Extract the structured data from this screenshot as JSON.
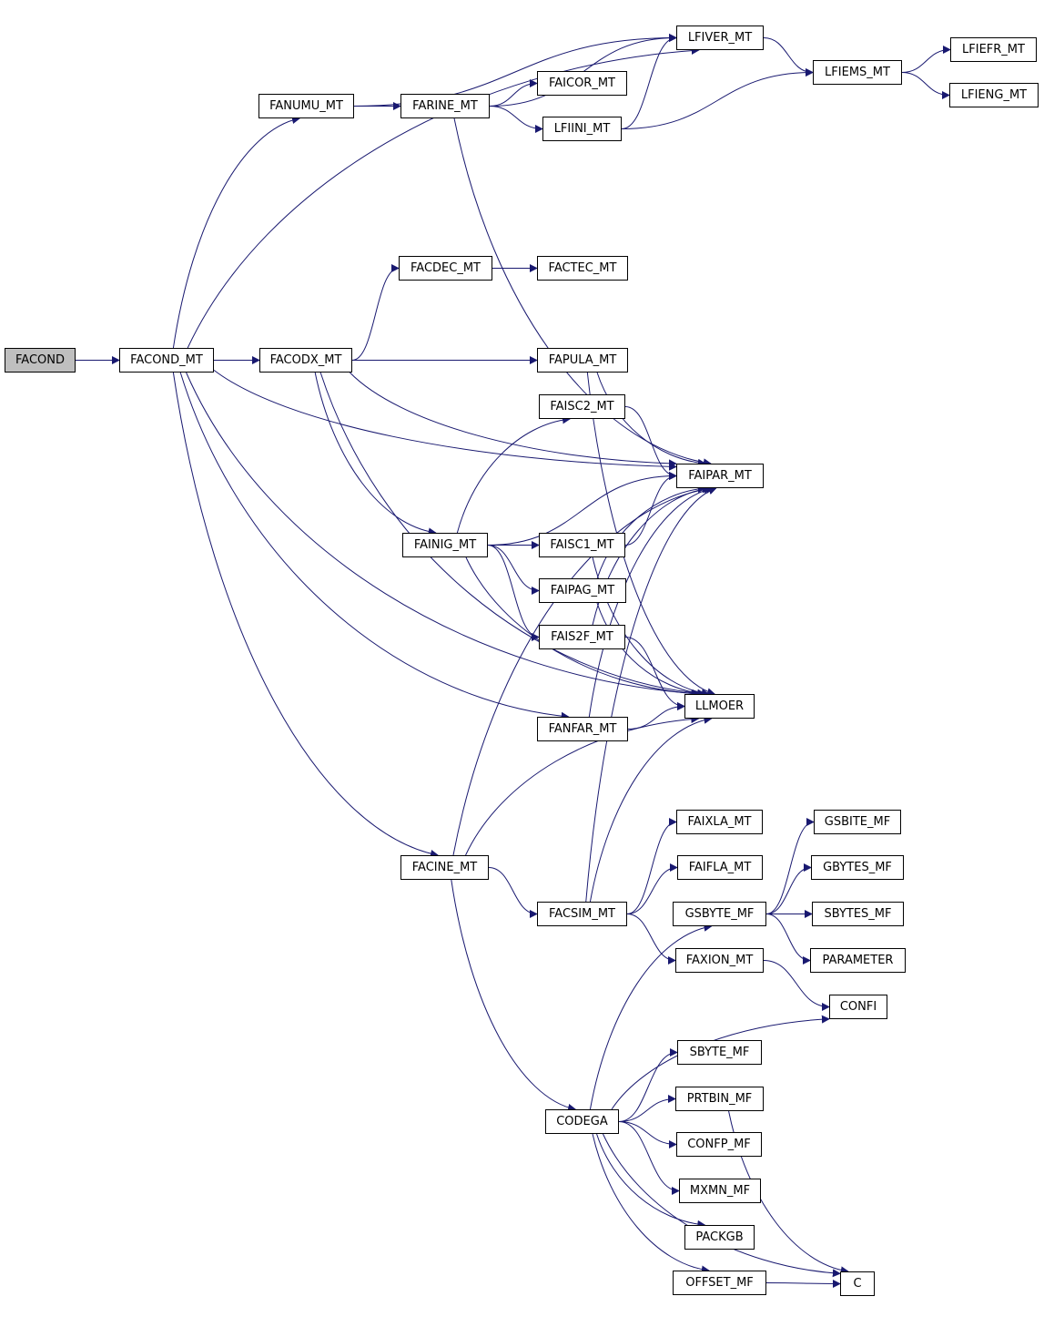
{
  "graph": {
    "colors": {
      "edge": "#191970",
      "node_border": "#000000",
      "root_fill": "#bfbfbf",
      "node_fill": "#ffffff"
    },
    "nodes": {
      "FACOND": "FACOND",
      "FACOND_MT": "FACOND_MT",
      "FANUMU_MT": "FANUMU_MT",
      "FARINE_MT": "FARINE_MT",
      "LFIVER_MT": "LFIVER_MT",
      "FAICOR_MT": "FAICOR_MT",
      "LFIINI_MT": "LFIINI_MT",
      "LFIEMS_MT": "LFIEMS_MT",
      "LFIEFR_MT": "LFIEFR_MT",
      "LFIENG_MT": "LFIENG_MT",
      "FACDEC_MT": "FACDEC_MT",
      "FACTEC_MT": "FACTEC_MT",
      "FACODX_MT": "FACODX_MT",
      "FAPULA_MT": "FAPULA_MT",
      "FAISC2_MT": "FAISC2_MT",
      "FAIPAR_MT": "FAIPAR_MT",
      "FAINIG_MT": "FAINIG_MT",
      "FAISC1_MT": "FAISC1_MT",
      "FAIPAG_MT": "FAIPAG_MT",
      "FAIS2F_MT": "FAIS2F_MT",
      "LLMOER": "LLMOER",
      "FANFAR_MT": "FANFAR_MT",
      "FAIXLA_MT": "FAIXLA_MT",
      "FAIFLA_MT": "FAIFLA_MT",
      "FACINE_MT": "FACINE_MT",
      "FACSIM_MT": "FACSIM_MT",
      "GSBYTE_MF": "GSBYTE_MF",
      "FAXION_MT": "FAXION_MT",
      "GSBITE_MF": "GSBITE_MF",
      "GBYTES_MF": "GBYTES_MF",
      "SBYTES_MF": "SBYTES_MF",
      "PARAMETER": "PARAMETER",
      "CONFI": "CONFI",
      "SBYTE_MF": "SBYTE_MF",
      "PRTBIN_MF": "PRTBIN_MF",
      "CODEGA": "CODEGA",
      "CONFP_MF": "CONFP_MF",
      "MXMN_MF": "MXMN_MF",
      "PACKGB": "PACKGB",
      "OFFSET_MF": "OFFSET_MF",
      "C": "C"
    },
    "edges": [
      [
        "FACOND",
        "FACOND_MT"
      ],
      [
        "FACOND_MT",
        "LFIVER_MT"
      ],
      [
        "FACOND_MT",
        "FANUMU_MT"
      ],
      [
        "FACOND_MT",
        "FAIPAR_MT"
      ],
      [
        "FACOND_MT",
        "FACODX_MT"
      ],
      [
        "FACOND_MT",
        "FANFAR_MT"
      ],
      [
        "FACOND_MT",
        "LLMOER"
      ],
      [
        "FACOND_MT",
        "FACINE_MT"
      ],
      [
        "FANUMU_MT",
        "LFIVER_MT"
      ],
      [
        "FANUMU_MT",
        "FARINE_MT"
      ],
      [
        "FARINE_MT",
        "LFIVER_MT"
      ],
      [
        "FARINE_MT",
        "FAICOR_MT"
      ],
      [
        "FARINE_MT",
        "LFIINI_MT"
      ],
      [
        "FARINE_MT",
        "FAIPAR_MT"
      ],
      [
        "LFIVER_MT",
        "LFIEMS_MT"
      ],
      [
        "LFIINI_MT",
        "LFIVER_MT"
      ],
      [
        "LFIINI_MT",
        "LFIEMS_MT"
      ],
      [
        "LFIEMS_MT",
        "LFIEFR_MT"
      ],
      [
        "LFIEMS_MT",
        "LFIENG_MT"
      ],
      [
        "FACODX_MT",
        "FACDEC_MT"
      ],
      [
        "FACDEC_MT",
        "FACTEC_MT"
      ],
      [
        "FACODX_MT",
        "FAIPAR_MT"
      ],
      [
        "FACODX_MT",
        "FAPULA_MT"
      ],
      [
        "FACODX_MT",
        "FAINIG_MT"
      ],
      [
        "FACODX_MT",
        "LLMOER"
      ],
      [
        "FAPULA_MT",
        "FAIPAR_MT"
      ],
      [
        "FAPULA_MT",
        "LLMOER"
      ],
      [
        "FAISC2_MT",
        "FAIPAR_MT"
      ],
      [
        "FAINIG_MT",
        "FAISC2_MT"
      ],
      [
        "FAINIG_MT",
        "FAIPAR_MT"
      ],
      [
        "FAINIG_MT",
        "FAISC1_MT"
      ],
      [
        "FAINIG_MT",
        "FAIPAG_MT"
      ],
      [
        "FAINIG_MT",
        "FAIS2F_MT"
      ],
      [
        "FAINIG_MT",
        "LLMOER"
      ],
      [
        "FAISC1_MT",
        "FAIPAR_MT"
      ],
      [
        "FAISC1_MT",
        "LLMOER"
      ],
      [
        "FAIPAG_MT",
        "FAIPAR_MT"
      ],
      [
        "FAIPAG_MT",
        "LLMOER"
      ],
      [
        "FAIS2F_MT",
        "FAIPAR_MT"
      ],
      [
        "FAIS2F_MT",
        "LLMOER"
      ],
      [
        "FANFAR_MT",
        "FAIPAR_MT"
      ],
      [
        "FANFAR_MT",
        "LLMOER"
      ],
      [
        "FACINE_MT",
        "FAIPAR_MT"
      ],
      [
        "FACINE_MT",
        "LLMOER"
      ],
      [
        "FACINE_MT",
        "FACSIM_MT"
      ],
      [
        "FACINE_MT",
        "CODEGA"
      ],
      [
        "FACSIM_MT",
        "FAIPAR_MT"
      ],
      [
        "FACSIM_MT",
        "LLMOER"
      ],
      [
        "FACSIM_MT",
        "FAIXLA_MT"
      ],
      [
        "FACSIM_MT",
        "FAIFLA_MT"
      ],
      [
        "FACSIM_MT",
        "FAXION_MT"
      ],
      [
        "GSBYTE_MF",
        "GSBITE_MF"
      ],
      [
        "GSBYTE_MF",
        "GBYTES_MF"
      ],
      [
        "GSBYTE_MF",
        "SBYTES_MF"
      ],
      [
        "GSBYTE_MF",
        "PARAMETER"
      ],
      [
        "FAXION_MT",
        "CONFI"
      ],
      [
        "CODEGA",
        "GSBYTE_MF"
      ],
      [
        "CODEGA",
        "CONFI"
      ],
      [
        "CODEGA",
        "SBYTE_MF"
      ],
      [
        "CODEGA",
        "PRTBIN_MF"
      ],
      [
        "CODEGA",
        "CONFP_MF"
      ],
      [
        "CODEGA",
        "MXMN_MF"
      ],
      [
        "CODEGA",
        "PACKGB"
      ],
      [
        "CODEGA",
        "OFFSET_MF"
      ],
      [
        "CODEGA",
        "C"
      ],
      [
        "PRTBIN_MF",
        "C"
      ],
      [
        "OFFSET_MF",
        "C"
      ]
    ]
  }
}
